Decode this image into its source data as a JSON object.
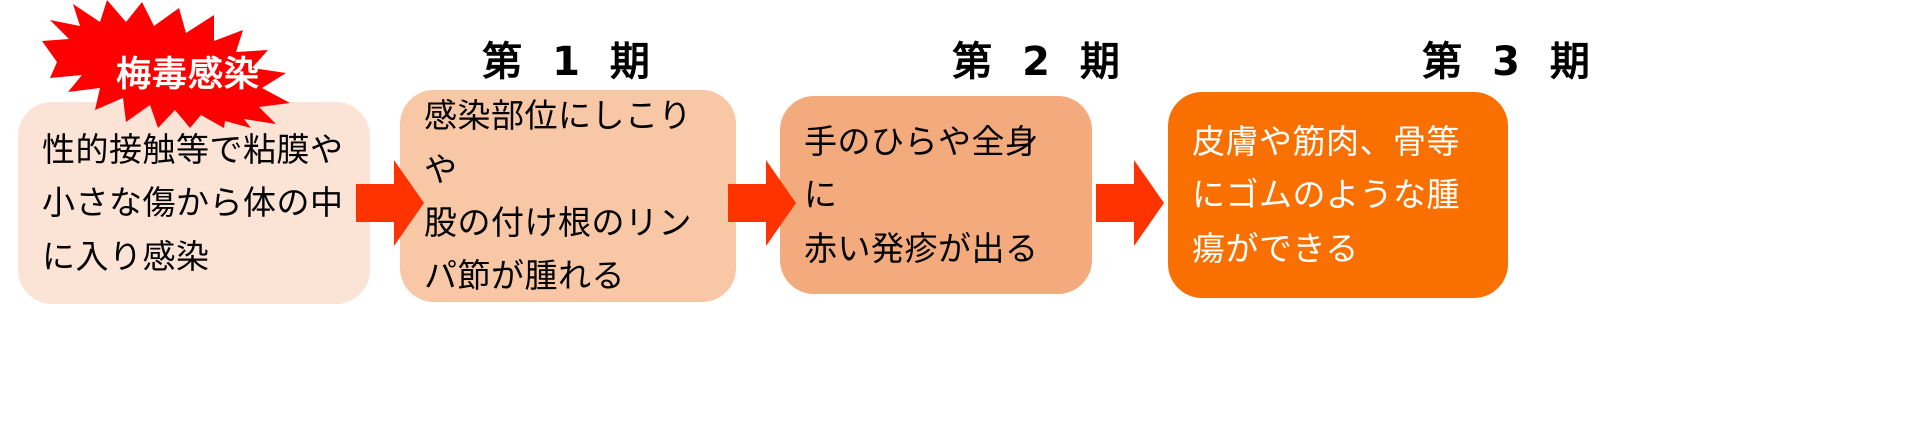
{
  "diagram": {
    "title_badge": {
      "label": "梅毒感染",
      "shape": "starburst",
      "fill_color": "#FF0000",
      "text_color": "#FFFFFF"
    },
    "arrow_color": "#FF3300",
    "stages": [
      {
        "header": "",
        "body": "性的接触等で粘膜や\n小さな傷から体の中\nに入り感染",
        "box_color": "#FBE3D5",
        "text_color": "#000000"
      },
      {
        "header": "第 1 期",
        "body": "感染部位にしこりや\n股の付け根のリン\nパ節が腫れる",
        "box_color": "#F7C7A6",
        "text_color": "#000000"
      },
      {
        "header": "第 2 期",
        "body": "手のひらや全身に\n赤い発疹が出る",
        "box_color": "#F3AB7D",
        "text_color": "#000000"
      },
      {
        "header": "第 3 期",
        "body": "皮膚や筋肉、骨等\nにゴムのような腫\n瘍ができる",
        "box_color": "#FA7000",
        "text_color": "#FFFFFF"
      }
    ]
  }
}
